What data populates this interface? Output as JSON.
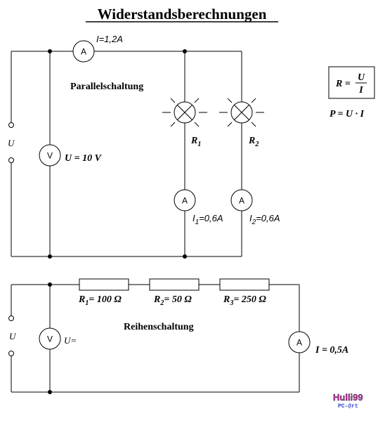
{
  "title": "Widerstandsberechnungen",
  "parallel": {
    "heading": "Parallelschaltung",
    "voltage_label": "U",
    "voltmeter_label": "U = 10 V",
    "total_current": "I=1,2A",
    "lamp1": {
      "label": "R",
      "sub": "1"
    },
    "lamp2": {
      "label": "R",
      "sub": "2"
    },
    "current1": {
      "label": "I",
      "sub": "1",
      "value": "=0,6A"
    },
    "current2": {
      "label": "I",
      "sub": "2",
      "value": "=0,6A"
    }
  },
  "series": {
    "heading": "Reihenschaltung",
    "voltage_label": "U",
    "voltmeter_label": "U=",
    "current": "I = 0,5A",
    "r1": {
      "label": "R",
      "sub": "1",
      "value": "= 100 Ω"
    },
    "r2": {
      "label": "R",
      "sub": "2",
      "value": "= 50 Ω"
    },
    "r3": {
      "label": "R",
      "sub": "3",
      "value": "= 250 Ω"
    }
  },
  "formulas": {
    "r_lhs": "R =",
    "r_num": "U",
    "r_den": "I",
    "power": "P = U · I"
  },
  "meters": {
    "ammeter": "A",
    "voltmeter": "V"
  },
  "logo": {
    "top": "Hulli99",
    "bottom": "PC-@rt"
  },
  "icons": [
    "ammeter-icon",
    "voltmeter-icon",
    "lamp-icon",
    "resistor-icon",
    "terminal-icon",
    "junction-icon"
  ]
}
